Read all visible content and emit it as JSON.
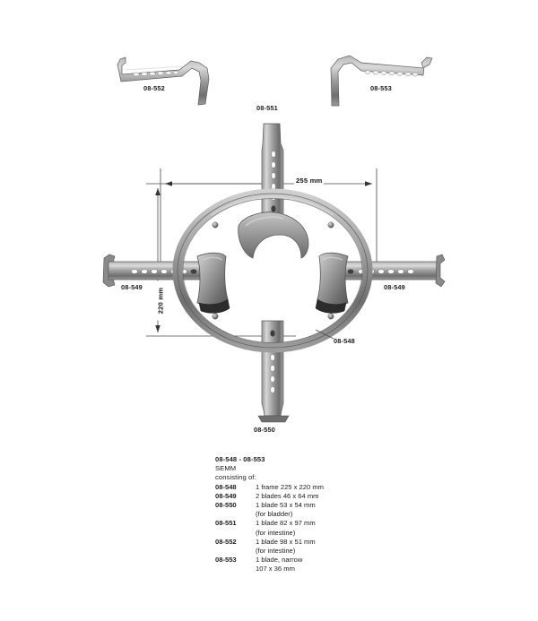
{
  "figure": {
    "background_color": "#ffffff",
    "metal_light": "#c9c9c9",
    "metal_mid": "#8d8d8d",
    "metal_dark": "#4a4a4a",
    "line_color": "#3a3a3a"
  },
  "dimensions": {
    "horizontal": "255 mm",
    "vertical": "220 mm"
  },
  "callouts": {
    "top_left_blade": "08-552",
    "top_right_blade": "08-553",
    "top_arm": "08-551",
    "left_arm": "08-549",
    "right_arm": "08-549",
    "bottom_arm": "08-550",
    "frame": "08-548"
  },
  "partlist": {
    "title": "08-548 - 08-553",
    "brand": "SEMM",
    "consisting": "consisting of:",
    "rows": [
      {
        "code": "08-548",
        "desc": "1 frame 225 x 220 mm",
        "cont": ""
      },
      {
        "code": "08-549",
        "desc": "2 blades 46 x 64 mm",
        "cont": ""
      },
      {
        "code": "08-550",
        "desc": "1 blade 53 x 54 mm",
        "cont": "(for bladder)"
      },
      {
        "code": "08-551",
        "desc": "1 blade 82 x 97 mm",
        "cont": "(for intestine)"
      },
      {
        "code": "08-552",
        "desc": "1 blade 98 x 51 mm",
        "cont": "(for intestine)"
      },
      {
        "code": "08-553",
        "desc": "1 blade, narrow",
        "cont": "107 x 36 mm"
      }
    ]
  }
}
